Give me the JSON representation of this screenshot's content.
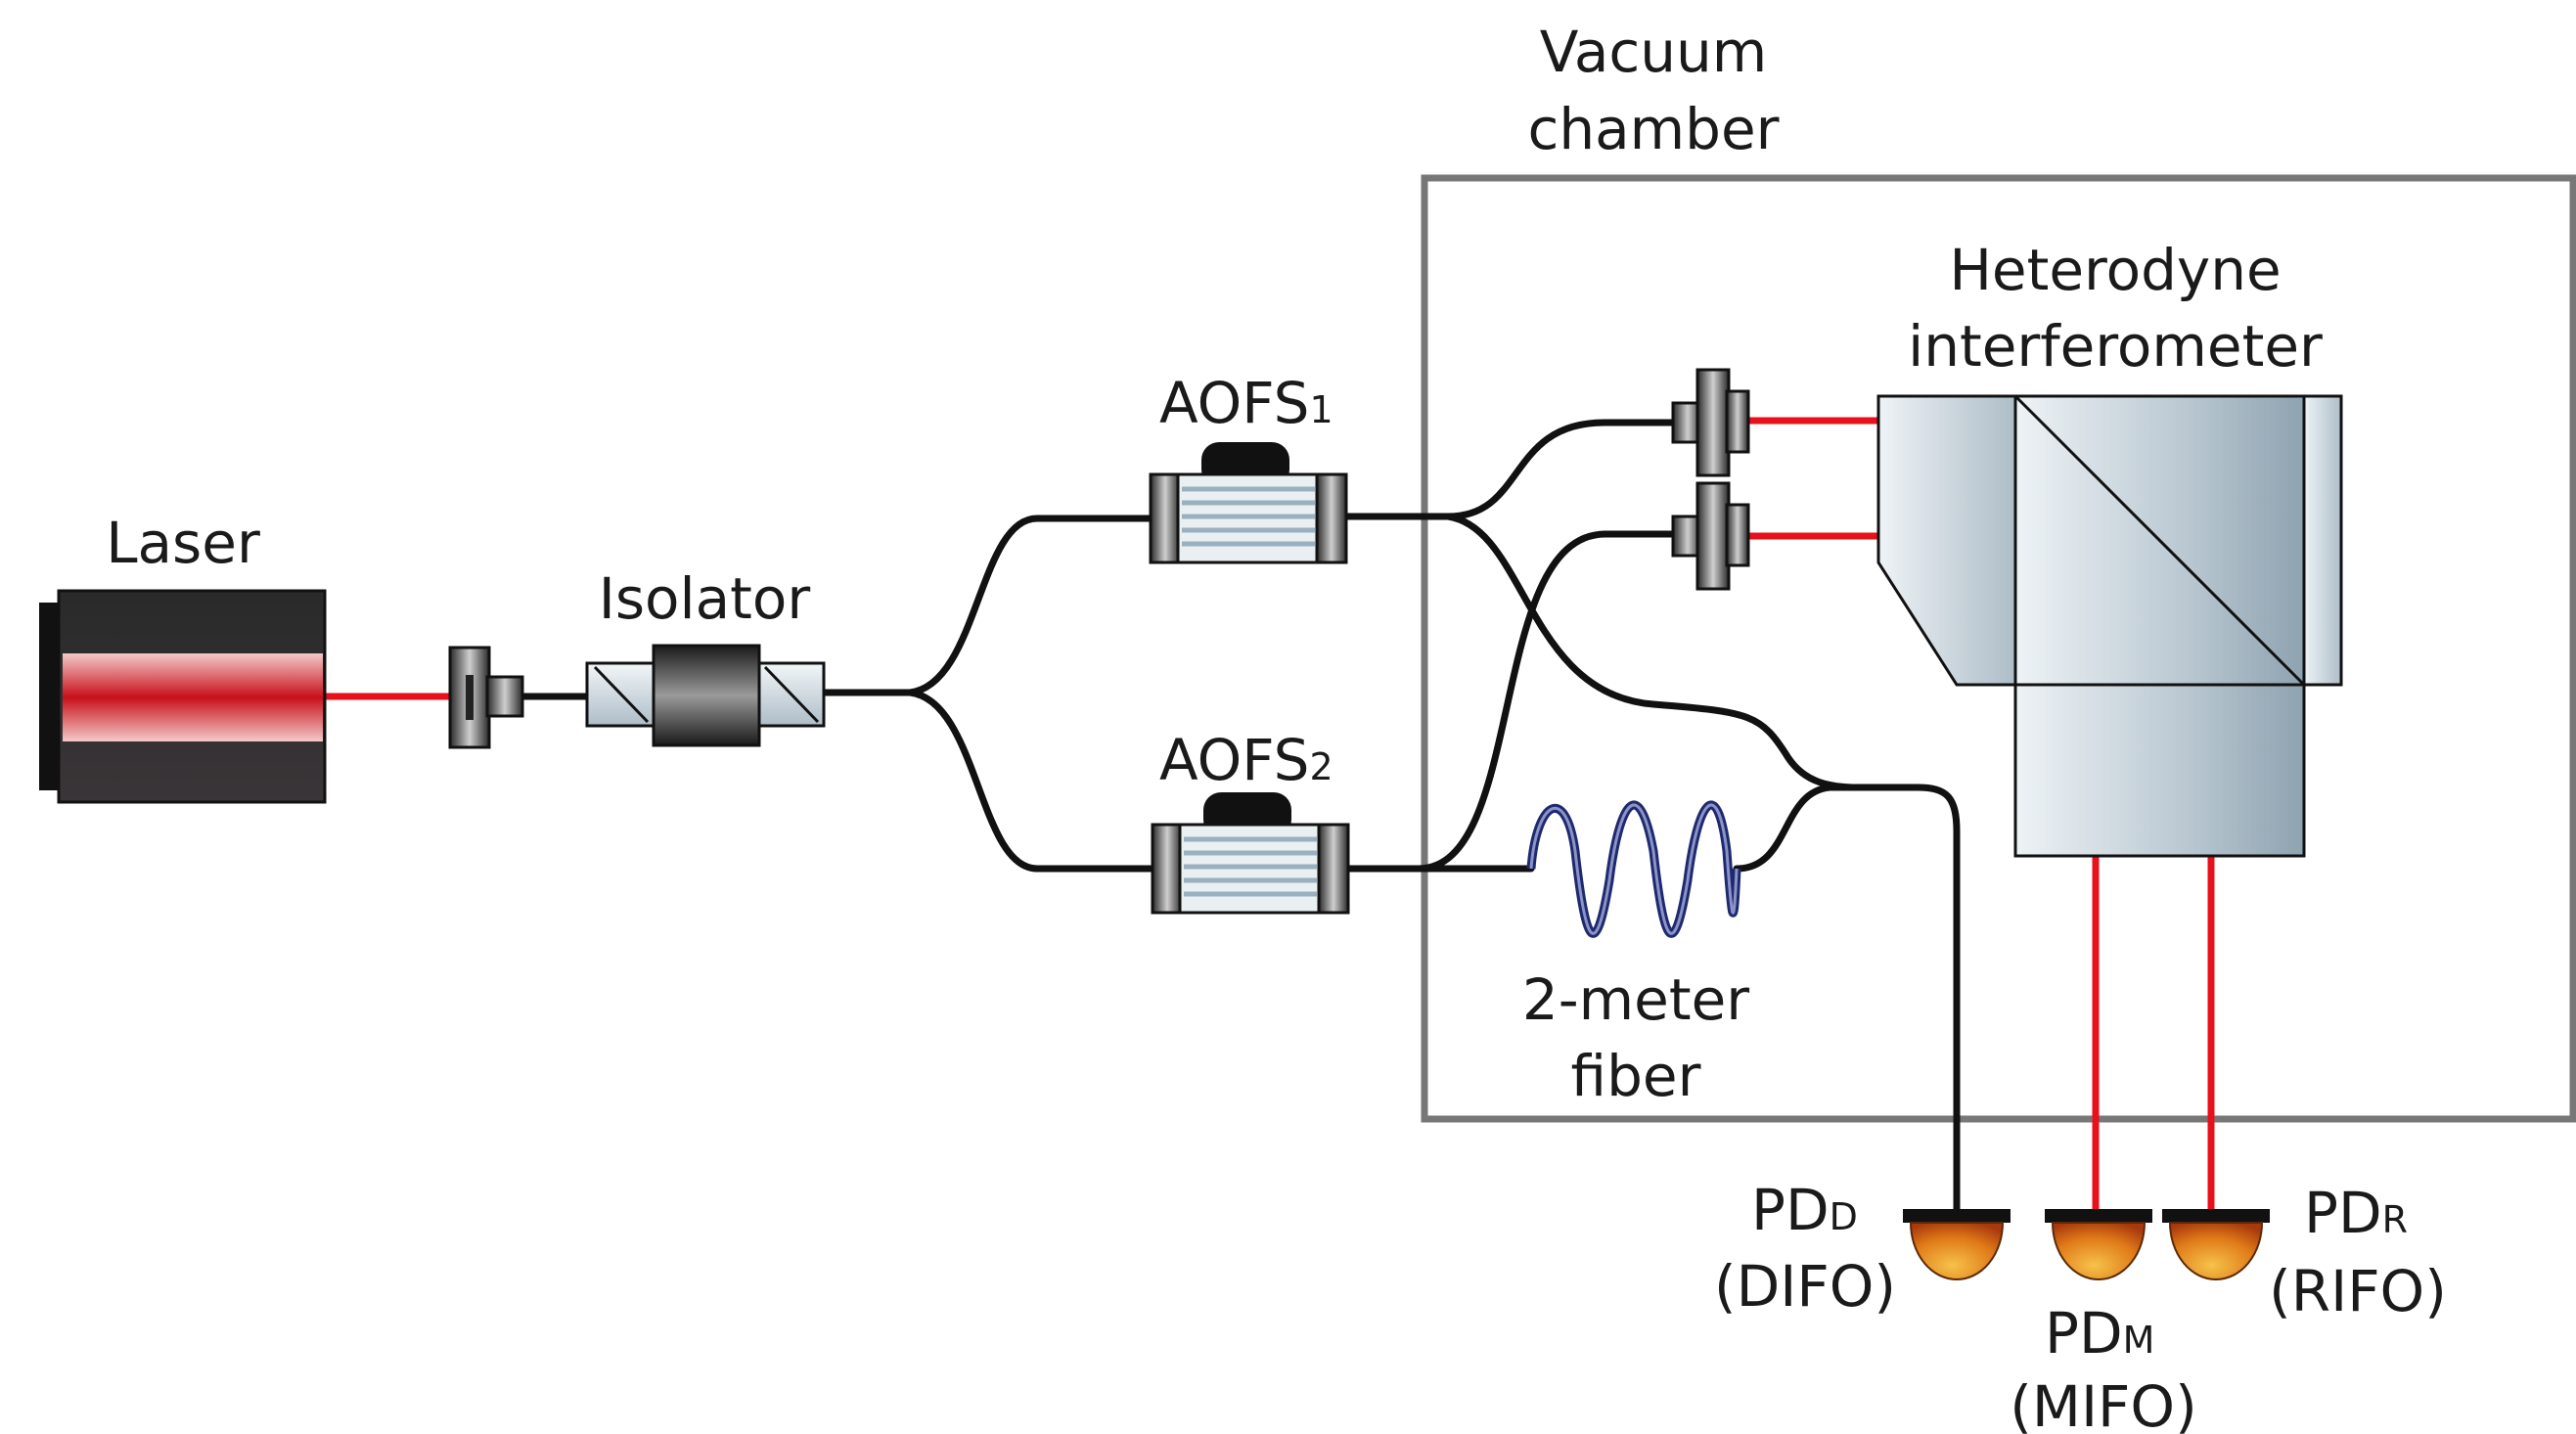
{
  "labels": {
    "vacuum_line1": "Vacuum",
    "vacuum_line2": "chamber",
    "laser": "Laser",
    "isolator": "Isolator",
    "aofs1_main": "AOFS",
    "aofs1_sub": "1",
    "aofs2_main": "AOFS",
    "aofs2_sub": "2",
    "interferometer_line1": "Heterodyne",
    "interferometer_line2": "interferometer",
    "fiber_line1": "2-meter",
    "fiber_line2": "fiber",
    "pdd_main": "PD",
    "pdd_sub": "D",
    "pdd_paren": "(DIFO)",
    "pdm_main": "PD",
    "pdm_sub": "M",
    "pdm_paren": "(MIFO)",
    "pdr_main": "PD",
    "pdr_sub": "R",
    "pdr_paren": "(RIFO)"
  },
  "colors": {
    "beam": "#e8101a",
    "fiber": "#111111",
    "coil": "#1f2a6e",
    "chamber_border": "#777777",
    "optic_fill": "#c9d4dc",
    "detector": "#e89a1a"
  }
}
